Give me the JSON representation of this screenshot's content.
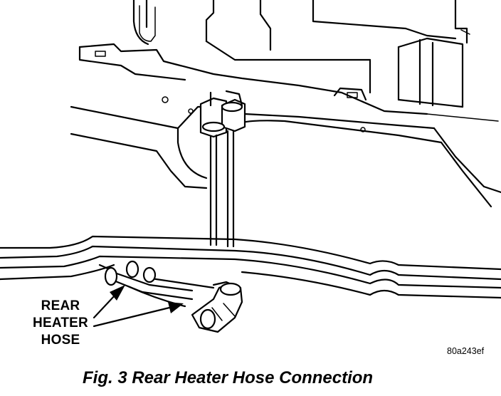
{
  "callout": {
    "line1": "REAR",
    "line2": "HEATER",
    "line3": "HOSE"
  },
  "figure_code": "80a243ef",
  "caption": "Fig. 3 Rear Heater Hose Connection"
}
